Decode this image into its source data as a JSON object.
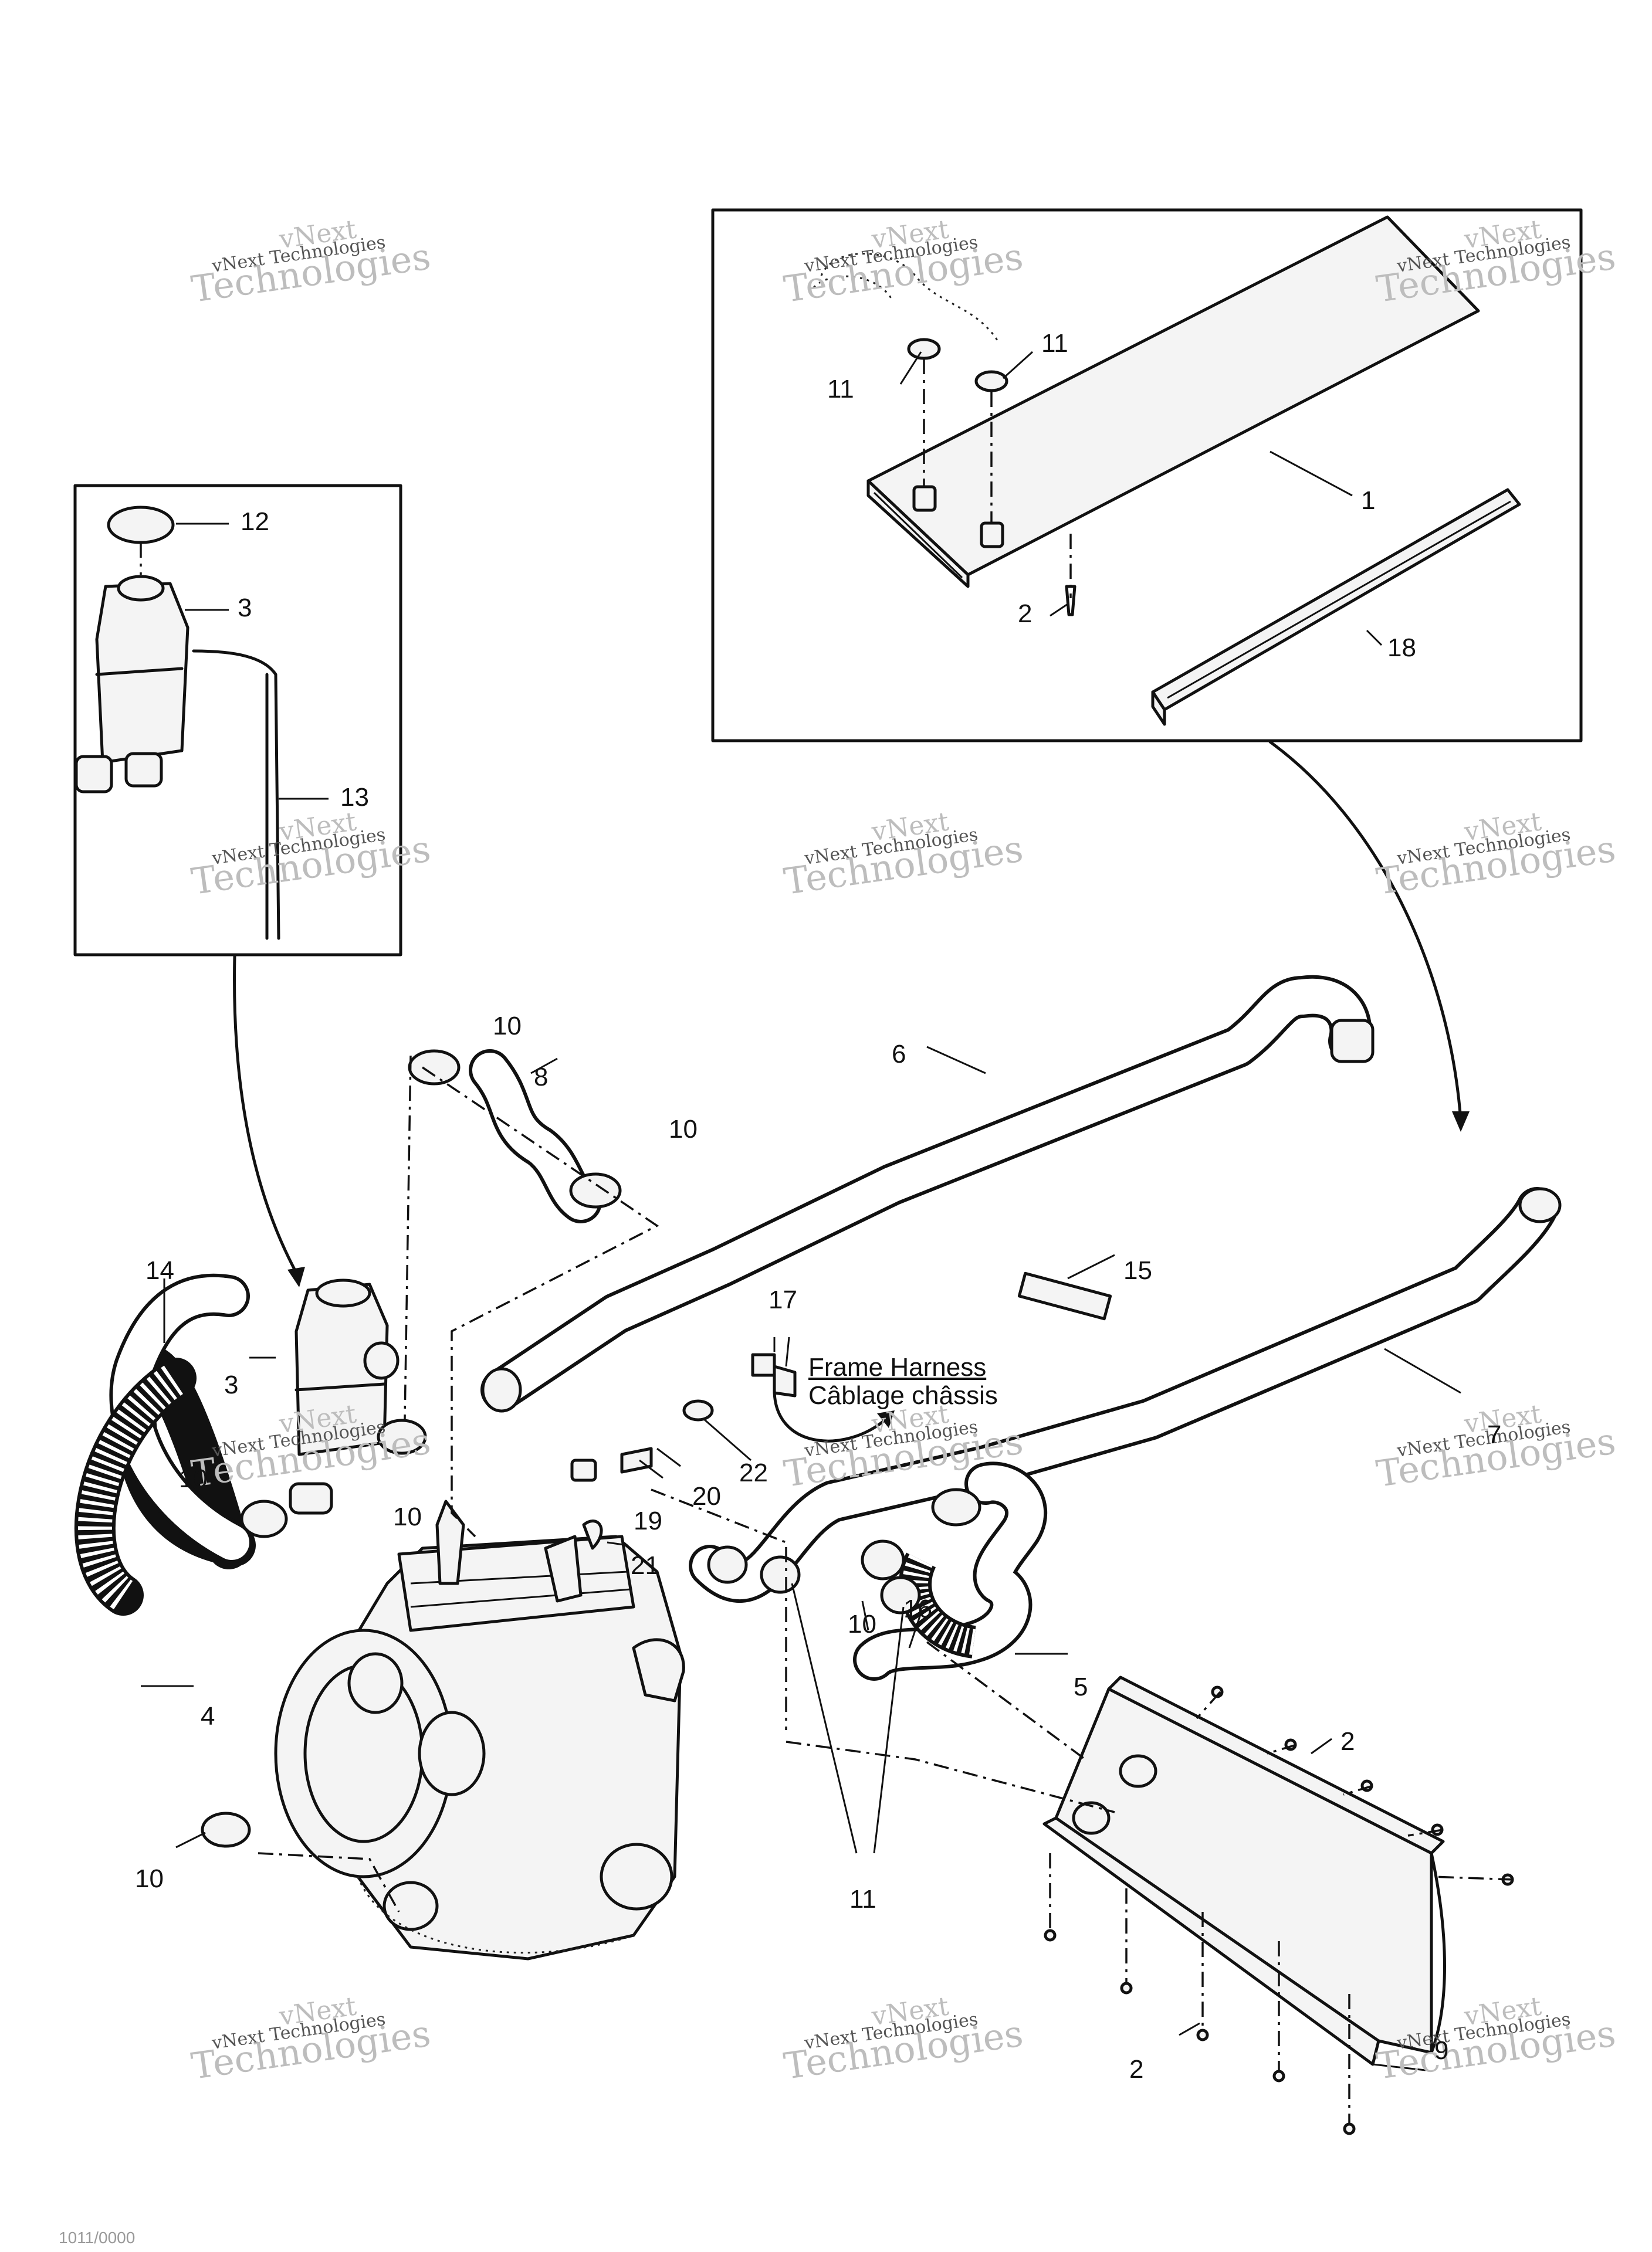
{
  "callouts": {
    "c1": "1",
    "c2a": "2",
    "c2b": "2",
    "c2c": "2",
    "c3a": "3",
    "c3b": "3",
    "c4": "4",
    "c5": "5",
    "c6": "6",
    "c7": "7",
    "c8": "8",
    "c9": "9",
    "c10a": "10",
    "c10b": "10",
    "c10c": "10",
    "c10d": "10",
    "c10e": "10",
    "c10f": "10",
    "c11a": "11",
    "c11b": "11",
    "c11c": "11",
    "c12": "12",
    "c13": "13",
    "c14": "14",
    "c15": "15",
    "c16": "16",
    "c17": "17",
    "c18": "18",
    "c19": "19",
    "c20": "20",
    "c21": "21",
    "c22": "22"
  },
  "harness": {
    "english": "Frame Harness",
    "french": "Câblage châssis"
  },
  "watermark": {
    "word1": "vNext",
    "word2": "vNext Technologies",
    "word3": "Technologies"
  },
  "footer_code": "1011/0000"
}
